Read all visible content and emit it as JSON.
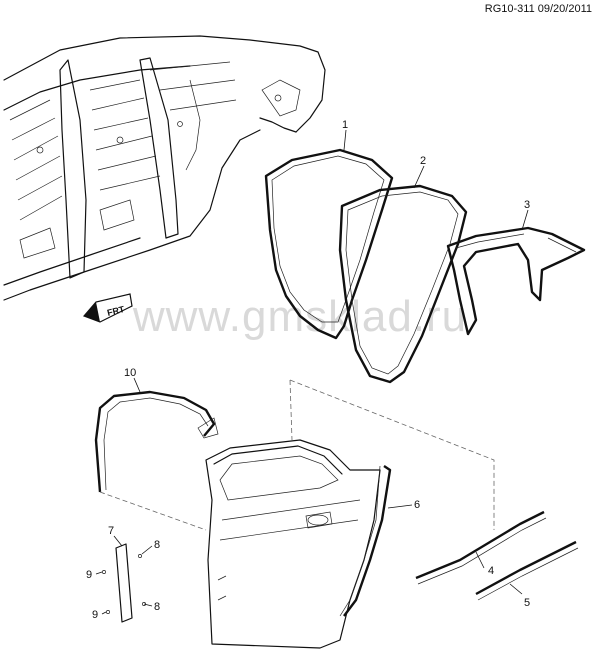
{
  "header": {
    "reference": "RG10-311 09/20/2011"
  },
  "watermark": "www.gmsklad.ru",
  "front_arrow": {
    "label": "FRT"
  },
  "callouts": [
    {
      "id": "callout-1",
      "label": "1"
    },
    {
      "id": "callout-2",
      "label": "2"
    },
    {
      "id": "callout-3",
      "label": "3"
    },
    {
      "id": "callout-4",
      "label": "4"
    },
    {
      "id": "callout-5",
      "label": "5"
    },
    {
      "id": "callout-6",
      "label": "6"
    },
    {
      "id": "callout-7",
      "label": "7"
    },
    {
      "id": "callout-8a",
      "label": "8"
    },
    {
      "id": "callout-8b",
      "label": "8"
    },
    {
      "id": "callout-9a",
      "label": "9"
    },
    {
      "id": "callout-9b",
      "label": "9"
    },
    {
      "id": "callout-10",
      "label": "10"
    }
  ]
}
